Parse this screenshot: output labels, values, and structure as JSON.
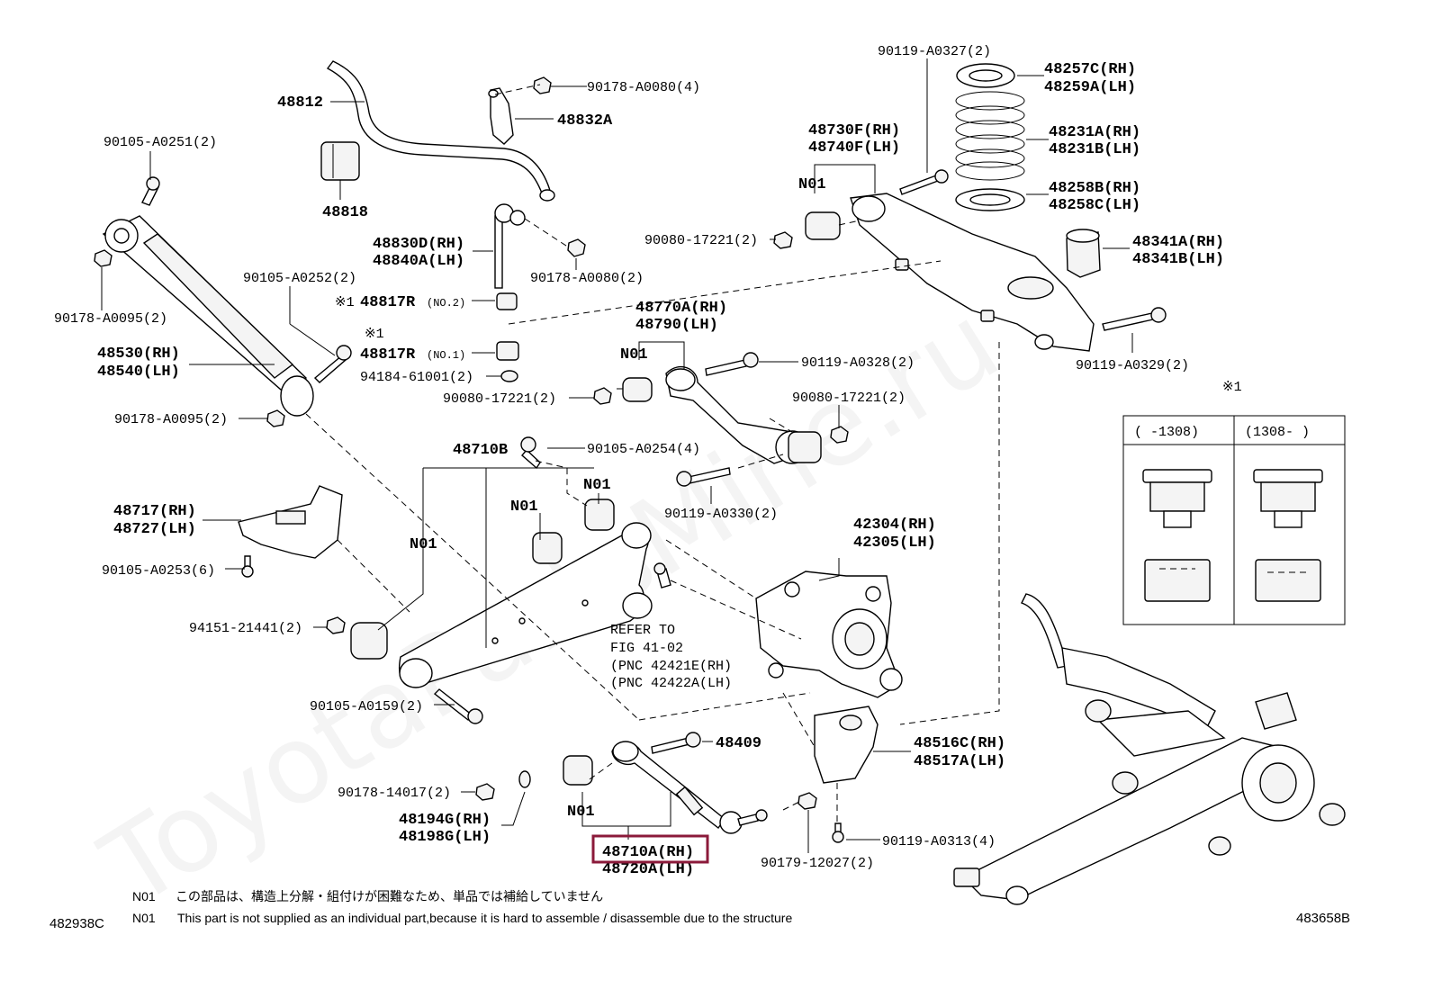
{
  "watermark": "ToyotaPartsMine.ru",
  "highlighted_part": "48710A(RH)",
  "footnote_marker": "※1",
  "labels": {
    "p48812": "48812",
    "p90178_A0080_4": "90178-A0080(4)",
    "p48832A": "48832A",
    "p90105_A0251": "90105-A0251(2)",
    "p48818": "48818",
    "p48830D": "48830D(RH)",
    "p48840A": "48840A(LH)",
    "p90178_A0080_2": "90178-A0080(2)",
    "p90178_A0095_a": "90178-A0095(2)",
    "p90105_A0252": "90105-A0252(2)",
    "p48817R_no2": "48817R",
    "no2": "(NO.2)",
    "p48817R_no1": "48817R",
    "no1": "(NO.1)",
    "p94184": "94184-61001(2)",
    "p90080_a": "90080-17221(2)",
    "p48530": "48530(RH)",
    "p48540": "48540(LH)",
    "p90178_A0095_b": "90178-A0095(2)",
    "p90119_A0327": "90119-A0327(2)",
    "p48257C": "48257C(RH)",
    "p48259A": "48259A(LH)",
    "p48730F": "48730F(RH)",
    "p48740F": "48740F(LH)",
    "p48231A": "48231A(RH)",
    "p48231B": "48231B(LH)",
    "n01_a": "N01",
    "p48258B": "48258B(RH)",
    "p48258C": "48258C(LH)",
    "p90080_b": "90080-17221(2)",
    "p48341A": "48341A(RH)",
    "p48341B": "48341B(LH)",
    "p48770A": "48770A(RH)",
    "p48790": "48790(LH)",
    "n01_b": "N01",
    "p90119_A0328": "90119-A0328(2)",
    "p90119_A0329": "90119-A0329(2)",
    "p90080_c": "90080-17221(2)",
    "p48710B": "48710B",
    "p90105_A0254": "90105-A0254(4)",
    "n01_c": "N01",
    "n01_d": "N01",
    "p90119_A0330": "90119-A0330(2)",
    "p48717": "48717(RH)",
    "p48727": "48727(LH)",
    "n01_e": "N01",
    "p90105_A0253": "90105-A0253(6)",
    "p42304": "42304(RH)",
    "p42305": "42305(LH)",
    "p94151": "94151-21441(2)",
    "refer1": "REFER TO",
    "refer2": "FIG 41-02",
    "refer3": "(PNC 42421E(RH)",
    "refer4": "(PNC 42422A(LH)",
    "p90105_A0159": "90105-A0159(2)",
    "p48409": "48409",
    "p48516C": "48516C(RH)",
    "p48517A": "48517A(LH)",
    "p90178_14017": "90178-14017(2)",
    "p48194G": "48194G(RH)",
    "p48198G": "48198G(LH)",
    "n01_f": "N01",
    "p90119_A0313": "90119-A0313(4)",
    "p48710A": "48710A(RH)",
    "p48720A": "48720A(LH)",
    "p90179": "90179-12027(2)"
  },
  "inset": {
    "marker": "※1",
    "col1": "(   -1308)",
    "col2": "(1308-    )"
  },
  "notes": {
    "n01_label_1": "N01",
    "n01_text_jp": "この部品は、構造上分解・組付けが困難なため、単品では補給していません",
    "n01_label_2": "N01",
    "n01_text_en": "This part is not supplied as an individual part,because it is hard to assemble / disassemble due to the structure"
  },
  "codes": {
    "left": "482938C",
    "right": "483658B"
  }
}
